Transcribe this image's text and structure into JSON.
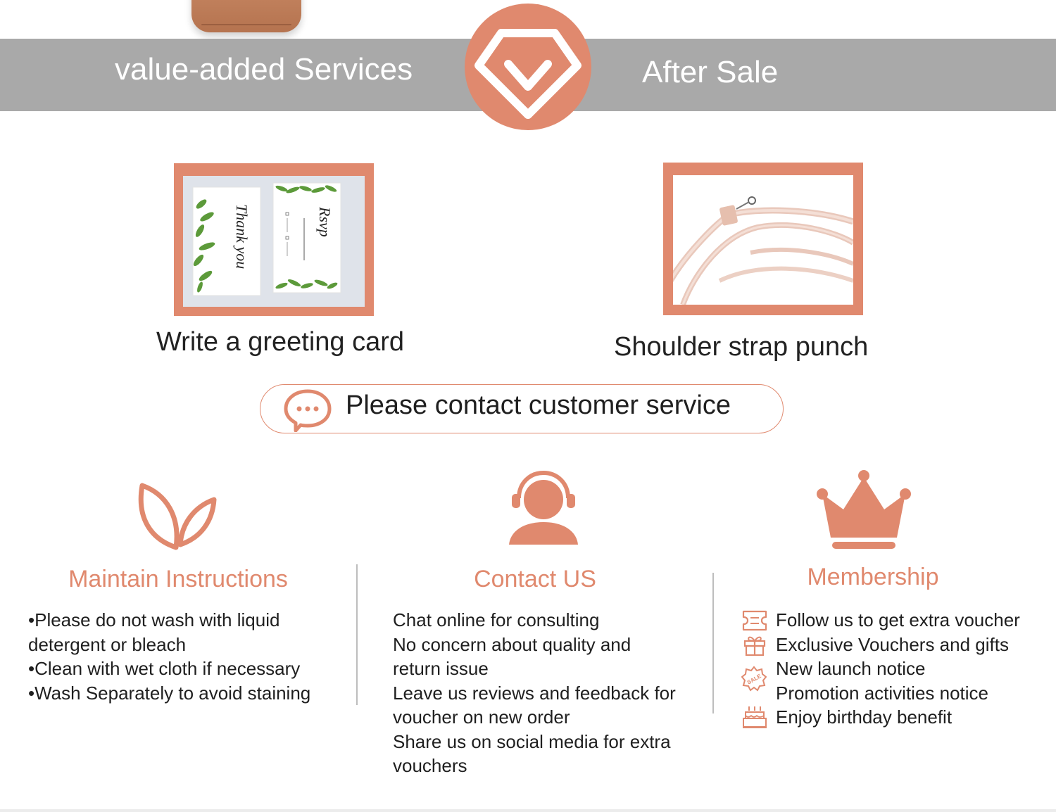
{
  "banner": {
    "left_title": "value-added Services",
    "right_title": "After Sale",
    "icon": "diamond-check-icon"
  },
  "services": [
    {
      "caption": "Write a greeting card",
      "image": "greeting-cards-photo",
      "card_texts": [
        "Thank you",
        "Rsvp"
      ]
    },
    {
      "caption": "Shoulder strap punch",
      "image": "shoulder-strap-photo"
    }
  ],
  "contact_pill": {
    "label": "Please contact customer service",
    "icon": "chat-bubble-icon"
  },
  "columns": {
    "maintain": {
      "icon": "leaf-icon",
      "title": "Maintain Instructions",
      "lines": [
        "•Please do not wash with liquid",
        "detergent or bleach",
        "•Clean with wet cloth if necessary",
        "•Wash Separately to avoid staining"
      ]
    },
    "contact": {
      "icon": "headset-agent-icon",
      "title": "Contact US",
      "lines": [
        "Chat online for consulting",
        "No concern about quality and",
        "return issue",
        "Leave us reviews and feedback for",
        "voucher on new order",
        "Share us on social media for extra",
        "vouchers"
      ]
    },
    "membership": {
      "icon": "crown-icon",
      "title": "Membership",
      "items": [
        {
          "icon": "voucher-icon",
          "text": "Follow us to get extra voucher"
        },
        {
          "icon": "gift-icon",
          "text": "Exclusive Vouchers and gifts"
        },
        {
          "icon": "sale-badge-icon",
          "text": "New launch notice"
        },
        {
          "icon": "",
          "text": "Promotion activities notice"
        },
        {
          "icon": "birthday-cake-icon",
          "text": "Enjoy birthday benefit"
        }
      ]
    }
  },
  "colors": {
    "accent": "#e0896e",
    "banner": "#a9a9a9",
    "text": "#1f1f1f"
  }
}
